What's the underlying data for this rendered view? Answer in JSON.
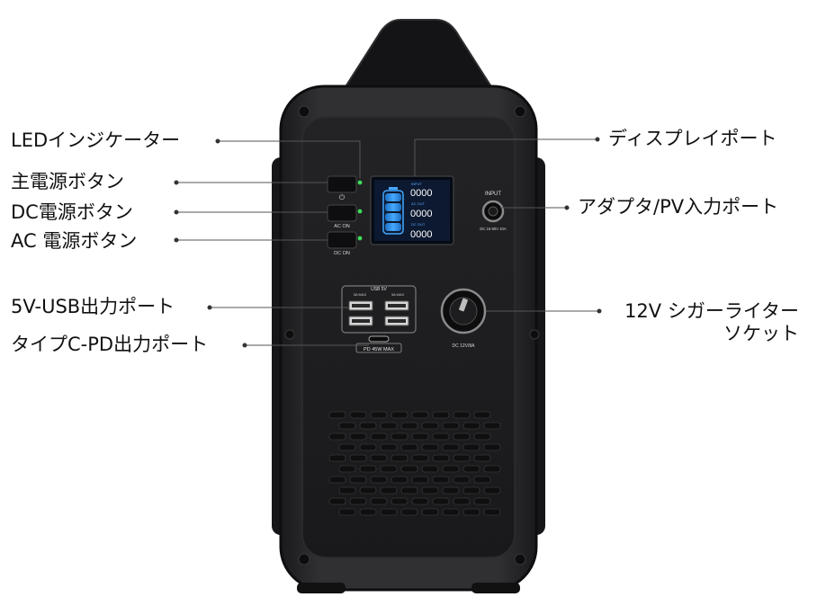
{
  "callouts": {
    "led_indicator": "LEDインジケーター",
    "main_power_button": "主電源ボタン",
    "dc_power_button": "DC電源ボタン",
    "ac_power_button": "AC 電源ボタン",
    "usb_output_port": "5V-USB出力ポート",
    "typec_pd_port": "タイプC-PD出力ポート",
    "display_port": "ディスプレイポート",
    "adapter_pv_input_port": "アダプタ/PV入力ポート",
    "cigar_socket_line1": "12V シガーライター",
    "cigar_socket_line2": "ソケット"
  },
  "device": {
    "ac_on_label": "AC ON",
    "dc_on_label": "DC ON",
    "input_label": "INPUT",
    "input_spec": "DC 16-60V 10A",
    "usb_label": "USB 5V",
    "usb_max_left": "3A MAX",
    "usb_max_right": "3A MAX",
    "pd_label": "PD 45W MAX",
    "dc_socket_spec": "DC 12V/8A",
    "display_input_label": "INPUT",
    "display_ac_label": "AC OUT",
    "display_dc_label": "DC OUT",
    "display_value": "0000"
  },
  "colors": {
    "body": "#2a2a2c",
    "panel": "#1c1c1e",
    "led": "#3ddc5a",
    "battery": "#2b8fe6",
    "display_bg": "#0c1930",
    "callout_line": "#555555"
  }
}
